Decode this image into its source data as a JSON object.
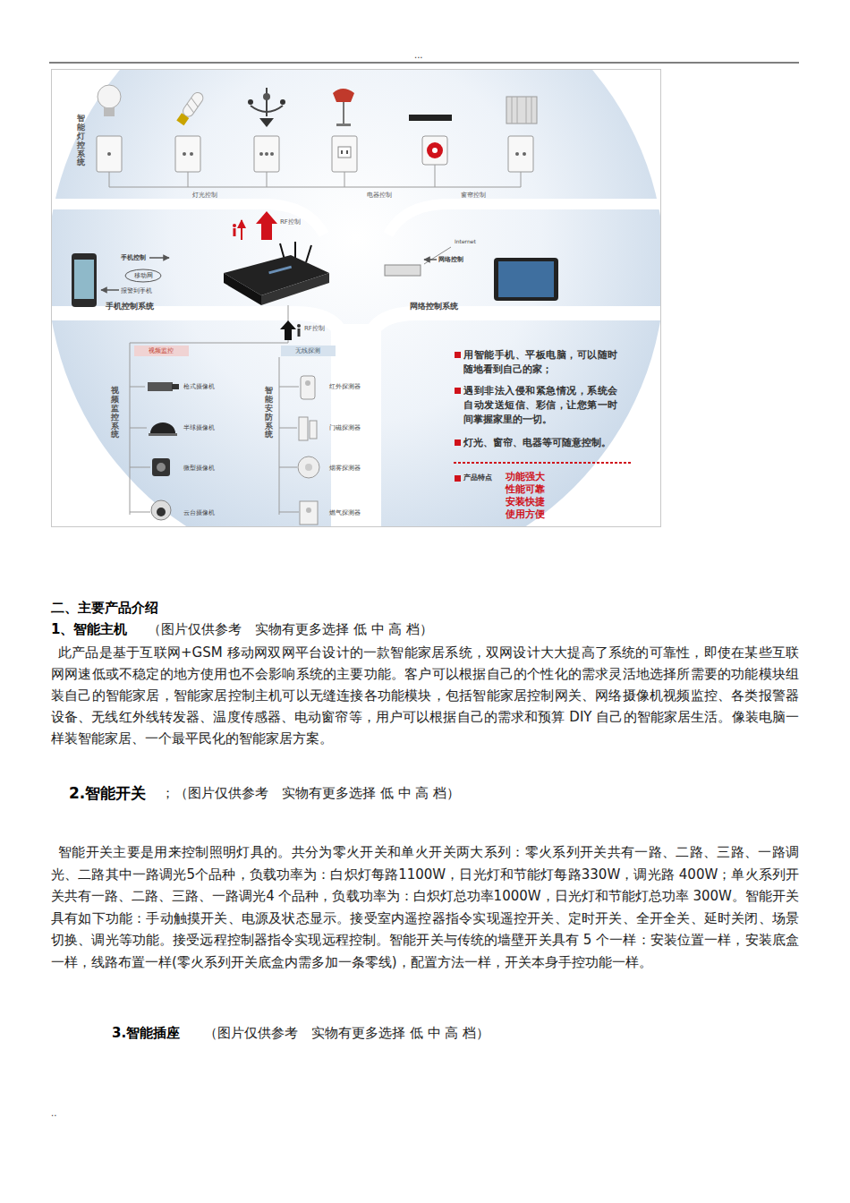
{
  "diagram": {
    "nodes": [
      {
        "text": [
          "视频监控"
        ]
      },
      {
        "text": [
          "无线探测"
        ]
      }
    ],
    "labels": [
      "...",
      "智能灯控系统",
      "灯光控制",
      "电器控制",
      "窗帘控制",
      "RF控制",
      "手机控制",
      "移动网",
      "报警到手机",
      "手机控制系统",
      "Internet",
      "网络控制",
      "网络控制系统",
      "RF控制",
      "视频监控系统",
      "枪式摄像机",
      "半球摄像机",
      "微型摄像机",
      "云台摄像机",
      "智能安防系统",
      "红外探测器",
      "门磁探测器",
      "烟雾探测器",
      "燃气探测器",
      "用智能手机、平板电脑，可以随时随地看到自己的家；",
      "遇到非法入侵和紧急情况，系统会自动发送短信、彩信，让您第一时间掌握家里的一切。",
      "灯光、窗帘、电器等可随意控制。",
      "产品特点",
      "功能强大",
      "性能可靠",
      "安装快捷",
      "使用方便",
      "二、主要产品介绍",
      "1、智能主机",
      "（图片仅供参考　实物有更多选择 低 中 高 档）",
      "此产品是基于互联网+GSM 移动网双网平台设计的一款智能家居系统，双网设计大大提高了系统的可靠性，即使在某些互联网网速低或不稳定的地方使用也不会影响系统的主要功能。客户可以根据自己的个性化的需求灵活地选择所需要的功能模块组装自己的智能家居，智能家居控制主机可以无缝连接各功能模块，包括智能家居控制网关、网络摄像机视频监控、各类报警器设备、无线红外线转发器、温度传感器、电动窗帘等，用户可以根据自己的需求和预算 DIY 自己的智能家居生活。像装电脑一样装智能家居、一个最平民化的智能家居方案。",
      "2.智能开关",
      "；（图片仅供参考　实物有更多选择 低 中 高 档）",
      "智能开关主要是用来控制照明灯具的。共分为零火开关和单火开关两大系列：零火系列开关共有一路、二路、三路、一路调光、二路其中一路调光5个品种，负载功率为：白炽灯每路1100W，日光灯和节能灯每路330W，调光路 400W；单火系列开关共有一路、二路、三路、一路调光4 个品种，负载功率为：白炽灯总功率1000W，日光灯和节能灯总功率 300W。智能开关具有如下功能：手动触摸开关、电源及状态显示。接受室内遥控器指令实现遥控开关、定时开关、全开全关、延时关闭、场景切换、调光等功能。接受远程控制器指令实现远程控制。智能开关与传统的墙壁开关具有 5 个一样：安装位置一样，安装底盒一样，线路布置一样(零火系列开关底盒内需多加一条零线)，配置方法一样，开关本身手控功能一样。",
      "3.智能插座",
      "（图片仅供参考　实物有更多选择 低 中 高 档）",
      ".."
    ]
  }
}
